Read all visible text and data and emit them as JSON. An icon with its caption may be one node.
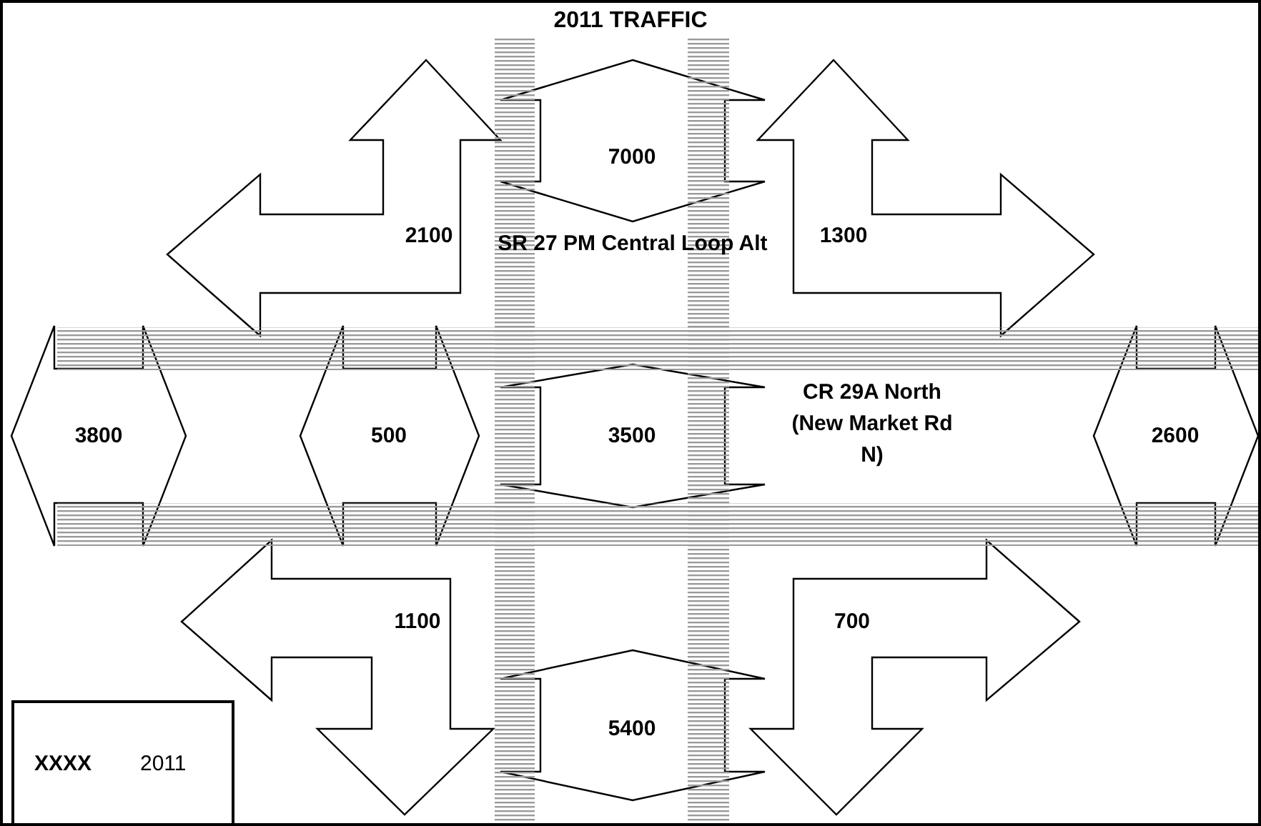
{
  "diagram": {
    "title": "2011 TRAFFIC",
    "nodes": [
      {
        "text": [
          "7000"
        ]
      },
      {
        "text": [
          "2100"
        ]
      },
      {
        "text": [
          "1300"
        ]
      },
      {
        "text": [
          "3800"
        ]
      },
      {
        "text": [
          "500"
        ]
      },
      {
        "text": [
          "3500"
        ]
      },
      {
        "text": [
          "2600"
        ]
      },
      {
        "text": [
          "1100"
        ]
      },
      {
        "text": [
          "700"
        ]
      },
      {
        "text": [
          "5400"
        ]
      }
    ],
    "labels": [
      "SR 27 PM Central Loop Alt",
      "CR 29A North (New Market Rd N)",
      "XXXX",
      "2011"
    ]
  }
}
